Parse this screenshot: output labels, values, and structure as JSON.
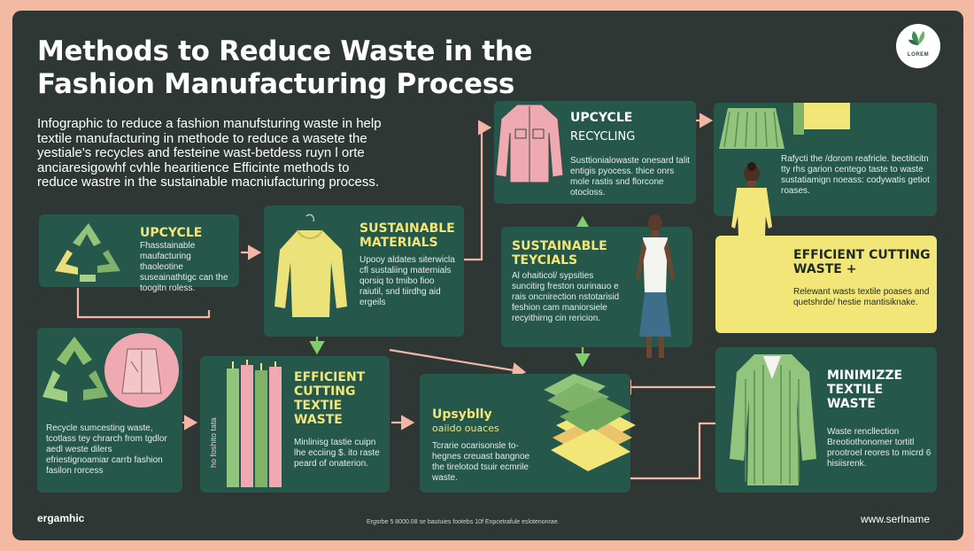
{
  "title_line1": "Methods to Reduce Waste in the",
  "title_line2": "Fashion Manufacturing Process",
  "intro": "Infographic to reduce a fashion manufsturing waste in help textile manufacturing in methode to reduce a wasete the yestiale's recycles and festeine wast-betdess ruyn l orte anciaresigowhf cvhle hearitience Efficinte methods to reduce wastre in the sustainable macniufacturing process.",
  "logo_text": "LOREM",
  "cards": {
    "upcycle_left": {
      "title": "UPCYCLE",
      "body": "Fhasstainable maufacturing thaoleotine suseainathtigc can the toogitn roless."
    },
    "sustainable_materials": {
      "title": "SUSTAINABLE MATERIALS",
      "body": "Upooy aldates siterwicla cfl sustaliing maternials qorsiq to tmibo fioo raiutil, snd tiirdhg aid ergeils"
    },
    "upcycle_recycling": {
      "title": "UPCYCLE",
      "subtitle": "RECYCLING",
      "body": "Susttionialowaste onesard talit entigis pyocess. thice onrs mole rastis snd florcone otocloss."
    },
    "sustainable_textiles": {
      "title": "SUSTAINABLE TEYCIALS",
      "body": "Al ohaiticol/ sypsities suncitirg freston ourinauo e rais oncnirection nstotarisid feshion cam maniorsiele recyithirng cin rericion."
    },
    "top_right": {
      "body": "Rafycti the /dorom reafricle. bectiticitn tty rhs garion centego taste to waste sustatiamign noeass: codywatis getiot roases."
    },
    "efficient_cutting_right": {
      "title": "EFFICIENT CUTTING WASTE",
      "title_suffix": "+",
      "body": "Relewant wasts textile poases and quetshrde/ hestie mantisiknake."
    },
    "recycle_left": {
      "body": "Recycle sumcesting waste, tcotlass tey chrarch from tgdlor aedl weste dilers efriestignoamiar carrb fashion fasilon rorcess"
    },
    "efficient_cutting_mid": {
      "title": "EFFICIENT CUTTING TEXTIE WASTE",
      "body": "Minlinisg tastie cuipn lhe ecciing $. ito raste peard of onaterion.",
      "side_text": "ho foshito tata"
    },
    "upsybly": {
      "title": "Upsyblly",
      "subtitle": "oaiido ouaces",
      "body": "Tcrarie ocarisonsle to-hegnes creuast bangnoe the tirelotod tsuir ecmrile waste."
    },
    "minimize_textile": {
      "title": "MINIMIZZE TEXTILE WASTE",
      "body": "Waste rencllection Breotiothonomer tortitl prootroel reores to micrd 6 hisiisrenk."
    }
  },
  "footer": {
    "left": "ergamhic",
    "center": "Ergsrbe 5 8000.08 se bautuies footebs 10f Enpcetrafule eslotenonrae.",
    "right": "www.serlname"
  },
  "colors": {
    "background": "#f4b9a3",
    "board": "#2f3735",
    "card": "#26574b",
    "accent_yellow": "#f2e678",
    "arrow_pink": "#f3b6a6",
    "arrow_green": "#7fcf6c"
  }
}
